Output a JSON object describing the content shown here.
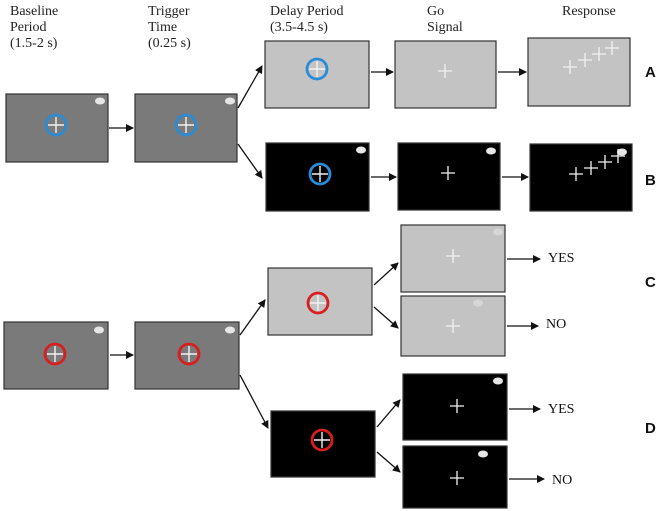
{
  "headers": [
    {
      "line1": "Baseline",
      "line2": "Period",
      "line3": "(1.5-2 s)"
    },
    {
      "line1": "Trigger",
      "line2": "Time",
      "line3": "(0.25 s)"
    },
    {
      "line1": "Delay Period",
      "line2": "(3.5-4.5 s)",
      "line3": ""
    },
    {
      "line1": "Go",
      "line2": "Signal",
      "line3": ""
    },
    {
      "line1": "Response",
      "line2": "",
      "line3": ""
    }
  ],
  "row_labels": [
    "A",
    "B",
    "C",
    "D"
  ],
  "responses": {
    "yes": "YES",
    "no": "NO"
  },
  "colors": {
    "gray_screen": "#7a7a7a",
    "light_screen": "#c3c3c3",
    "black_screen": "#000000",
    "blue_ring": "#2a8bd6",
    "red_ring": "#d81e1e",
    "cross": "#f2f2f2"
  }
}
